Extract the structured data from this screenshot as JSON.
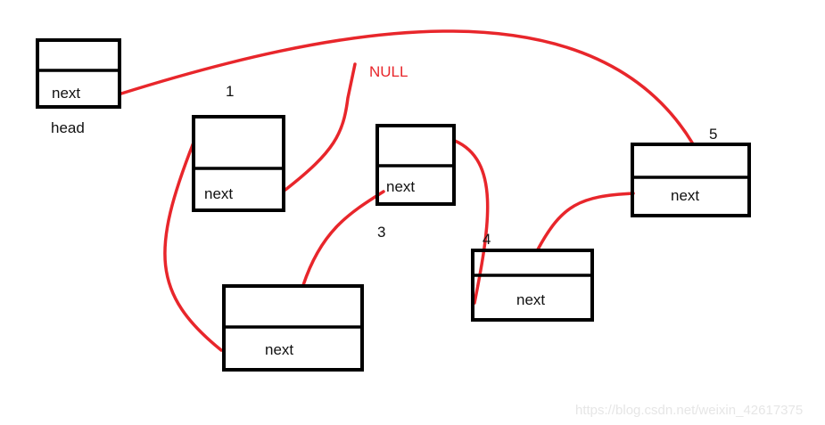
{
  "nodes": {
    "head": {
      "field": "next",
      "caption": "head"
    },
    "n1": {
      "field": "next",
      "caption": "1"
    },
    "n2": {
      "field": "next"
    },
    "n3": {
      "field": "next",
      "caption": "3"
    },
    "n4": {
      "field": "next",
      "caption": "4"
    },
    "n5": {
      "field": "next",
      "caption": "5"
    }
  },
  "null_label": "NULL",
  "watermark": "https://blog.csdn.net/weixin_42617375",
  "colors": {
    "link": "#e8262b",
    "box": "#000000"
  }
}
